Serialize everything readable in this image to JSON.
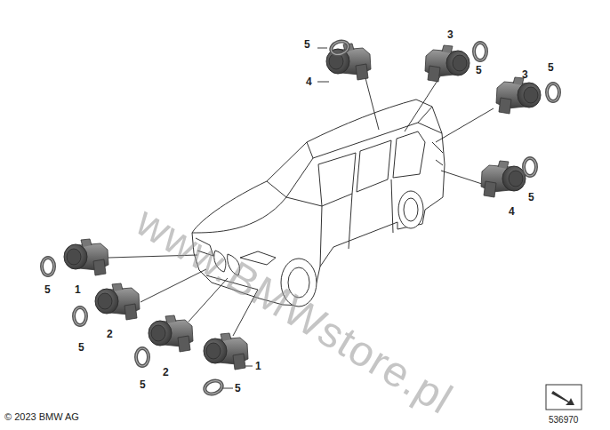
{
  "diagram": {
    "labels": [
      "5",
      "3",
      "5",
      "5",
      "4",
      "3",
      "4",
      "5",
      "5",
      "1",
      "2",
      "5",
      "2",
      "1",
      "5",
      "5",
      "www.BMWstore.pl",
      "© 2023 BMW AG",
      "536970"
    ]
  }
}
